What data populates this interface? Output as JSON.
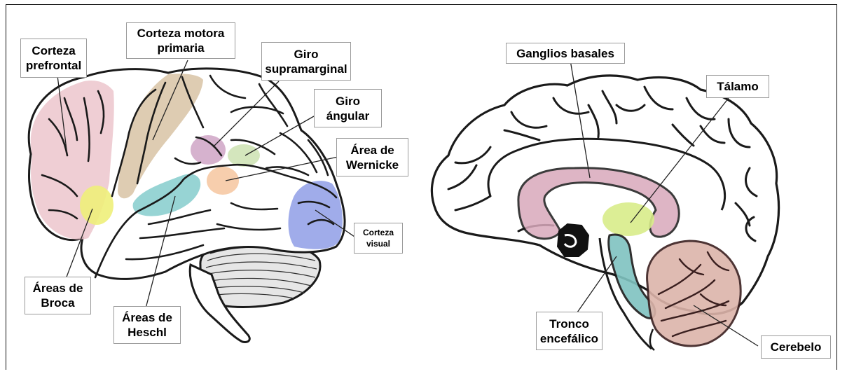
{
  "labels": {
    "prefrontal": [
      "Corteza",
      "prefrontal"
    ],
    "motora": [
      "Corteza motora",
      "primaria"
    ],
    "supramarginal": [
      "Giro",
      "supramarginal"
    ],
    "angular": [
      "Giro",
      "ángular"
    ],
    "wernicke": [
      "Área de",
      "Wernicke"
    ],
    "visual": [
      "Corteza",
      "visual"
    ],
    "broca": [
      "Áreas de",
      "Broca"
    ],
    "heschl": [
      "Áreas de",
      "Heschl"
    ],
    "ganglios": [
      "Ganglios basales"
    ],
    "talamo": [
      "Tálamo"
    ],
    "tronco": [
      "Tronco",
      "encefálico"
    ],
    "cerebelo": [
      "Cerebelo"
    ]
  },
  "colors": {
    "prefrontal": "#ecc5cc",
    "motora": "#d8c3a4",
    "supramarginal": "#cfa4c6",
    "angular": "#cfe3b6",
    "wernicke": "#f6c9a4",
    "heschl": "#8ccfcf",
    "broca": "#eef07a",
    "visual": "#8f9ee6",
    "ganglios": "#d9a9bc",
    "talamo": "#d8ec8a",
    "tronco": "#7fc3c0",
    "cerebelo": "#dcb4aa",
    "outline": "#1a1a1a"
  }
}
